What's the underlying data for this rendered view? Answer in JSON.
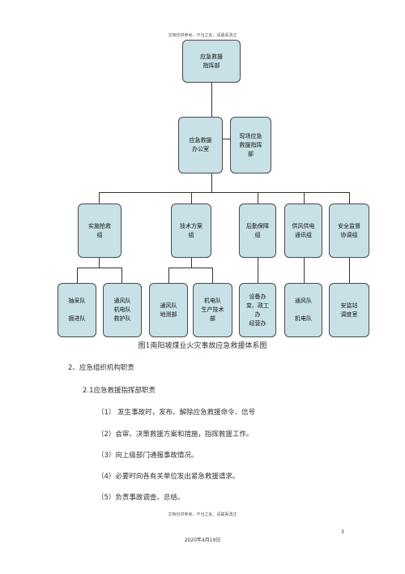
{
  "header_note": "文档仅供参考，不当之处，请联系改正",
  "footer_note": "文档仅供参考，不当之处，请联系改正",
  "org_chart": {
    "top": "应急救援\n指挥部",
    "level2": [
      "应急救援\n办公室",
      "现场应急\n救援指挥\n部"
    ],
    "level3": [
      "实施抢救\n组",
      "技术方案\n组",
      "后勤保障\n组",
      "供风供电\n通讯组",
      "安全监督\n协调组"
    ],
    "level4": [
      "抽采队\n\n掘进队",
      "通风队\n机电队\n救护队",
      "通风队\n地测部",
      "机电队\n生产技术\n部",
      "设备办\n变、政工\n办\n经营办",
      "通风队\n\n机电队",
      "安监站\n调度室"
    ]
  },
  "caption": "图1南阳坡煤业火灾事故应急救援体系图",
  "section2_heading": "2、应急组织机构职责",
  "section21_heading": "2.1应急救援指挥部职责",
  "items": [
    "（1）  发生事故时，发布、解除应急救援命令、信号",
    "（2）会审、决策救援方案和措施，指挥救援工作。",
    "（3）向上级部门通报事故情况。",
    "（4）必要时向各有关单位发出紧急救援请求。",
    "（5）负责事故调查、总结。"
  ],
  "page_number": "3",
  "date": "2020年4月19日"
}
